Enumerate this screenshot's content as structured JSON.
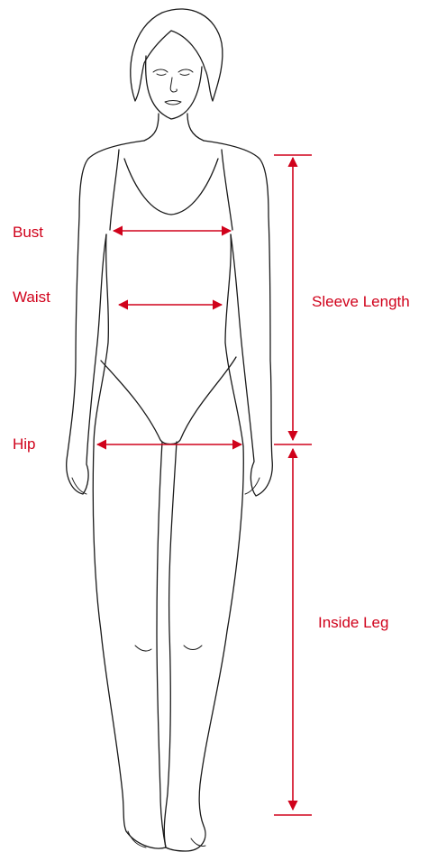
{
  "labels": {
    "bust": "Bust",
    "waist": "Waist",
    "hip": "Hip",
    "sleeve_length": "Sleeve Length",
    "inside_leg": "Inside Leg"
  },
  "colors": {
    "measure": "#d0021b",
    "outline": "#1a1a1a",
    "background": "#ffffff"
  }
}
